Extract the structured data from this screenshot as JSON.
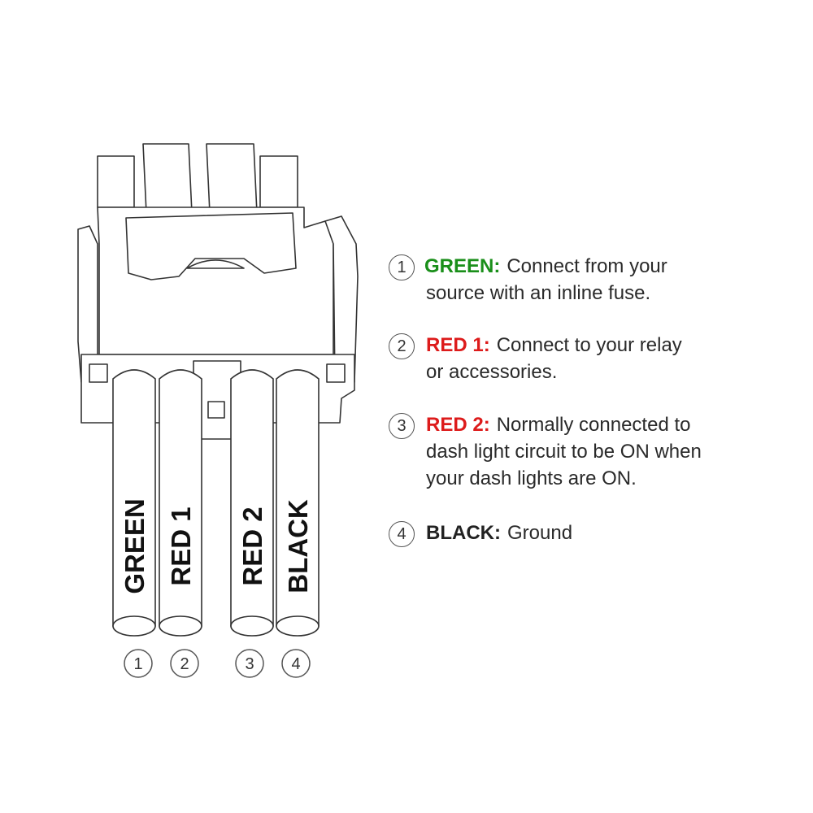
{
  "colors": {
    "green": "#1a8f1a",
    "red": "#dd1b1b",
    "black": "#222222",
    "line": "#333333"
  },
  "wires": [
    {
      "label": "GREEN",
      "number": "1"
    },
    {
      "label": "RED 1",
      "number": "2"
    },
    {
      "label": "RED 2",
      "number": "3"
    },
    {
      "label": "BLACK",
      "number": "4"
    }
  ],
  "legend": [
    {
      "number": "1",
      "key": "GREEN:",
      "key_color": "green",
      "line1": "Connect from your",
      "line2": "source with an inline fuse.",
      "line3": ""
    },
    {
      "number": "2",
      "key": "RED 1:",
      "key_color": "red",
      "line1": "Connect to your relay",
      "line2": "or accessories.",
      "line3": ""
    },
    {
      "number": "3",
      "key": "RED 2:",
      "key_color": "red",
      "line1": "Normally connected to",
      "line2": "dash light circuit to be ON when",
      "line3": "your dash lights are ON."
    },
    {
      "number": "4",
      "key": "BLACK:",
      "key_color": "black",
      "line1": "Ground",
      "line2": "",
      "line3": ""
    }
  ]
}
